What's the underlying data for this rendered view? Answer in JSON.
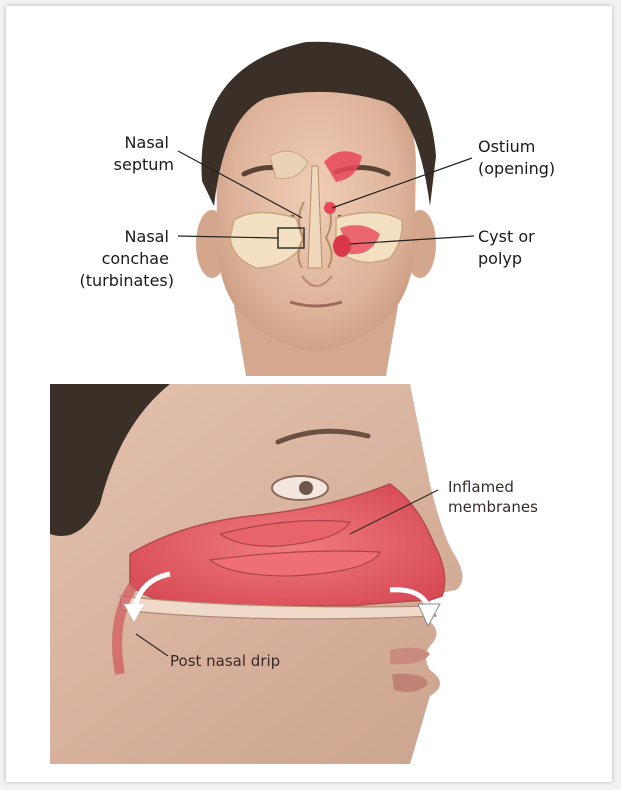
{
  "figure_top": {
    "labels": {
      "nasal_septum": [
        "Nasal",
        "septum"
      ],
      "nasal_conchae": [
        "Nasal",
        "conchae",
        "(turbinates)"
      ],
      "ostium": [
        "Ostium",
        "(opening)"
      ],
      "cyst": [
        "Cyst or",
        "polyp"
      ]
    }
  },
  "figure_bottom": {
    "labels": {
      "inflamed": [
        "Inflamed",
        "membranes"
      ],
      "post_nasal_drip": "Post nasal drip"
    }
  },
  "colors": {
    "skin": "#e2bda5",
    "hair": "#3b3027",
    "inflammation": "#e8475a",
    "bone": "#f3dfc2"
  }
}
